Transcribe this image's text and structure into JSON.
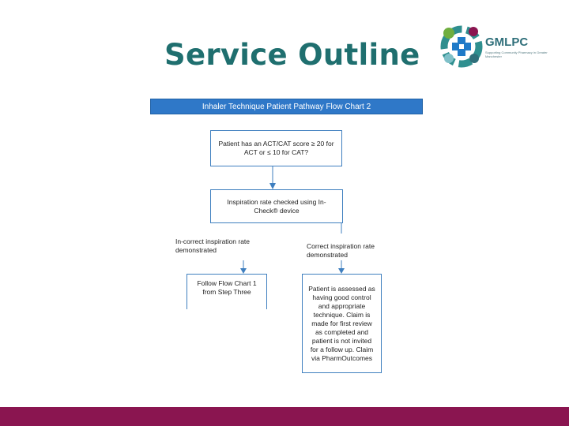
{
  "slide": {
    "title": "Service Outline"
  },
  "logo": {
    "name": "GMLPC",
    "tagline": "Supporting Community Pharmacy in Greater Manchester"
  },
  "flowchart": {
    "header": "Inhaler Technique Patient Pathway Flow Chart 2",
    "steps": {
      "score_check": "Patient has an ACT/CAT score ≥ 20 for ACT or ≤ 10 for CAT?",
      "inspiration_check": "Inspiration rate checked using In-Check® device",
      "incorrect_label": "In-correct inspiration rate demonstrated",
      "correct_label": "Correct inspiration rate demonstrated",
      "follow_chart": "Follow Flow Chart 1 from Step Three",
      "assessed": "Patient is assessed as having good control and appropriate technique. Claim is made for first review as completed and patient is not invited for a follow up. Claim via PharmOutcomes"
    }
  },
  "colors": {
    "title": "#1f6f6f",
    "header_fill": "#2f78c8",
    "box_border": "#3f7fbf",
    "footer": "#8a1550"
  }
}
